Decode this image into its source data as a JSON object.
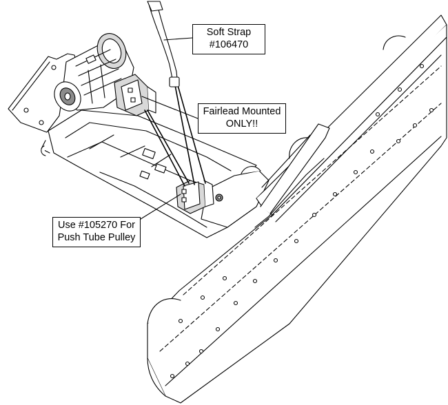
{
  "figure": {
    "callouts": {
      "soft_strap": {
        "line1": "Soft Strap",
        "line2": "#106470"
      },
      "fairlead": {
        "line1": "Fairlead Mounted",
        "line2": "ONLY!!"
      },
      "pulley": {
        "line1": "Use #105270 For",
        "line2": "Push Tube Pulley"
      }
    },
    "colors": {
      "line": "#000000",
      "fill": "#ffffff",
      "shade": "#d9d9d9",
      "dark": "#8c8c8c"
    }
  }
}
